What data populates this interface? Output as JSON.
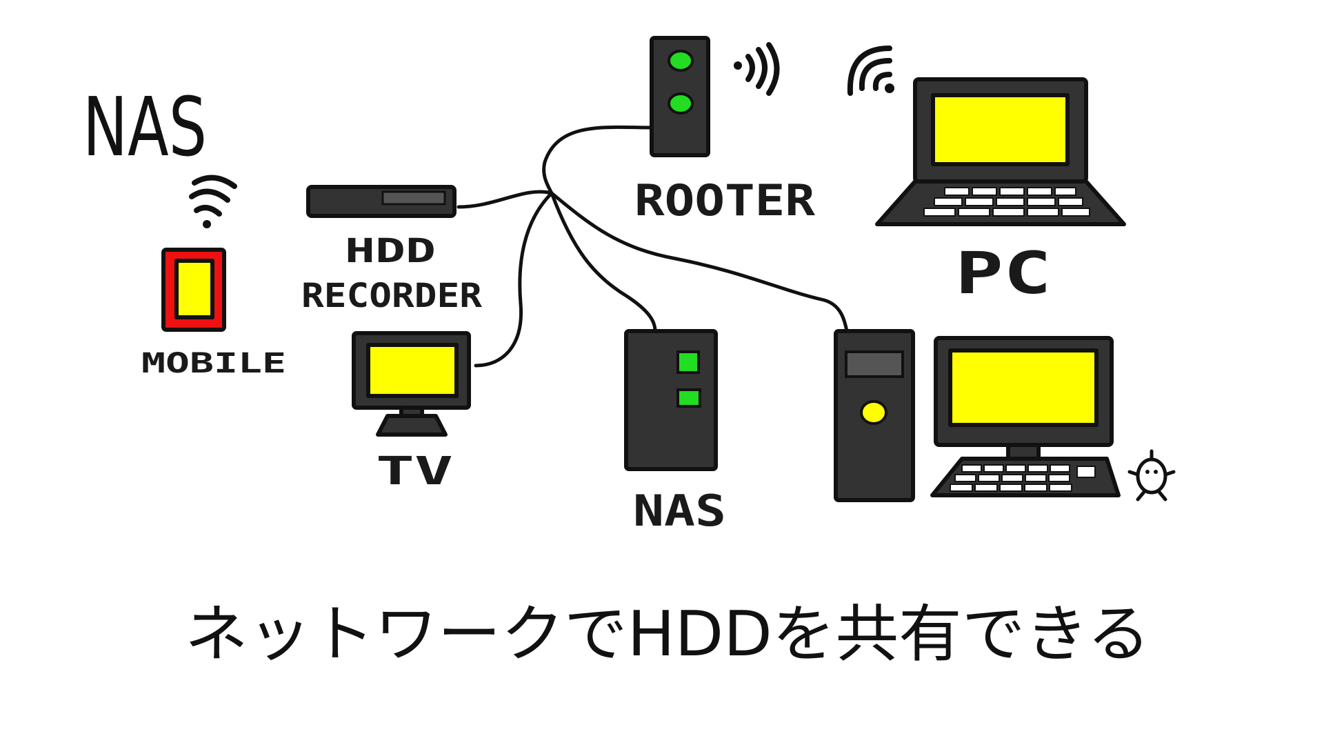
{
  "title": "NAS",
  "caption": "ネットワークでHDDを共有できる",
  "devices": {
    "mobile": "MOBILE",
    "hdd_recorder_line1": "HDD",
    "hdd_recorder_line2": "RECORDER",
    "tv": "TV",
    "router": "ROOTER",
    "nas": "NAS",
    "pc": "PC"
  },
  "colors": {
    "screen": "#ffff00",
    "led": "#22dd22",
    "body": "#333333",
    "mobile_frame": "#ee1111"
  }
}
